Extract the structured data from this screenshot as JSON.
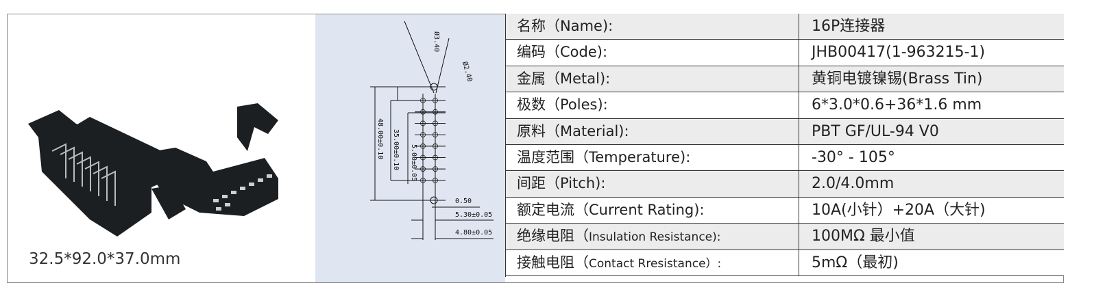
{
  "product": {
    "dimensions": "32.5*92.0*37.0mm"
  },
  "drawing": {
    "labels": [
      "Ø3.40",
      "Ø2.40",
      "48.00±0.10",
      "35.00±0.10",
      "5.00±0.05",
      "0.50",
      "5.30±0.05",
      "4.80±0.05"
    ]
  },
  "specs": [
    {
      "label": "名称（Name):",
      "value": "16P连接器"
    },
    {
      "label": "编码（Code):",
      "value": "JHB00417(1-963215-1)"
    },
    {
      "label": "金属（Metal):",
      "value": "黄铜电镀镍锡(Brass Tin)"
    },
    {
      "label": "极数（Poles):",
      "value": "6*3.0*0.6+36*1.6 mm"
    },
    {
      "label": "原料（Material):",
      "value": "PBT GF/UL-94 V0"
    },
    {
      "label": "温度范围（Temperature):",
      "value": "-30° - 105°"
    },
    {
      "label": "间距（Pitch):",
      "value": "2.0/4.0mm"
    },
    {
      "label": "额定电流（Current Rating):",
      "value": "10A(小针）+20A（大针)"
    },
    {
      "label": "绝缘电阻（",
      "label_small": "Insulation Resistance):",
      "value": "100MΩ 最小值"
    },
    {
      "label": "接触电阻（",
      "label_small": "Contact Rresistance）:",
      "value": "5mΩ（最初)"
    }
  ]
}
